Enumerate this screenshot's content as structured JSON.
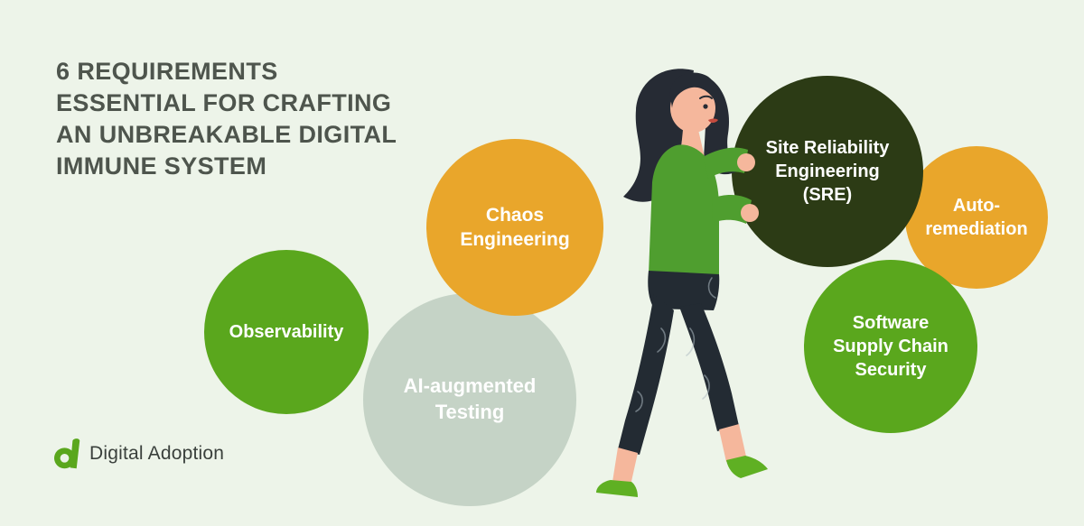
{
  "title_lines": [
    "6 REQUIREMENTS",
    "ESSENTIAL FOR CRAFTING",
    "AN UNBREAKABLE DIGITAL",
    "IMMUNE SYSTEM"
  ],
  "circles": [
    {
      "id": "observability",
      "label": "Observability",
      "bg": "#5aa71d"
    },
    {
      "id": "ai-augmented-testing",
      "label": "AI-augmented Testing",
      "bg": "#c5d3c6"
    },
    {
      "id": "chaos-engineering",
      "label": "Chaos Engineering",
      "bg": "#e9a62b"
    },
    {
      "id": "auto-remediation",
      "label": "Auto-remediation",
      "bg": "#e9a62b"
    },
    {
      "id": "software-supply-chain-security",
      "label": "Software Supply Chain Security",
      "bg": "#5aa71d"
    },
    {
      "id": "site-reliability-engineering",
      "label": "Site Reliability Engineering (SRE)",
      "bg": "#2c3b15"
    }
  ],
  "logo": {
    "text": "Digital Adoption"
  },
  "illustration": {
    "name": "woman-carrying-circle"
  },
  "palette": {
    "bg": "#edf4e9",
    "title_text": "#4e554d",
    "circle_text": "#ffffff",
    "logo_text": "#3a403c",
    "logo_green": "#5aa71d",
    "hair": "#262b34",
    "skin": "#f5b79c",
    "sweater": "#4f9e2f",
    "pants": "#232b33",
    "shoes": "#5fb023",
    "lips": "#c44b3e",
    "squiggle": "#aebcc3"
  }
}
